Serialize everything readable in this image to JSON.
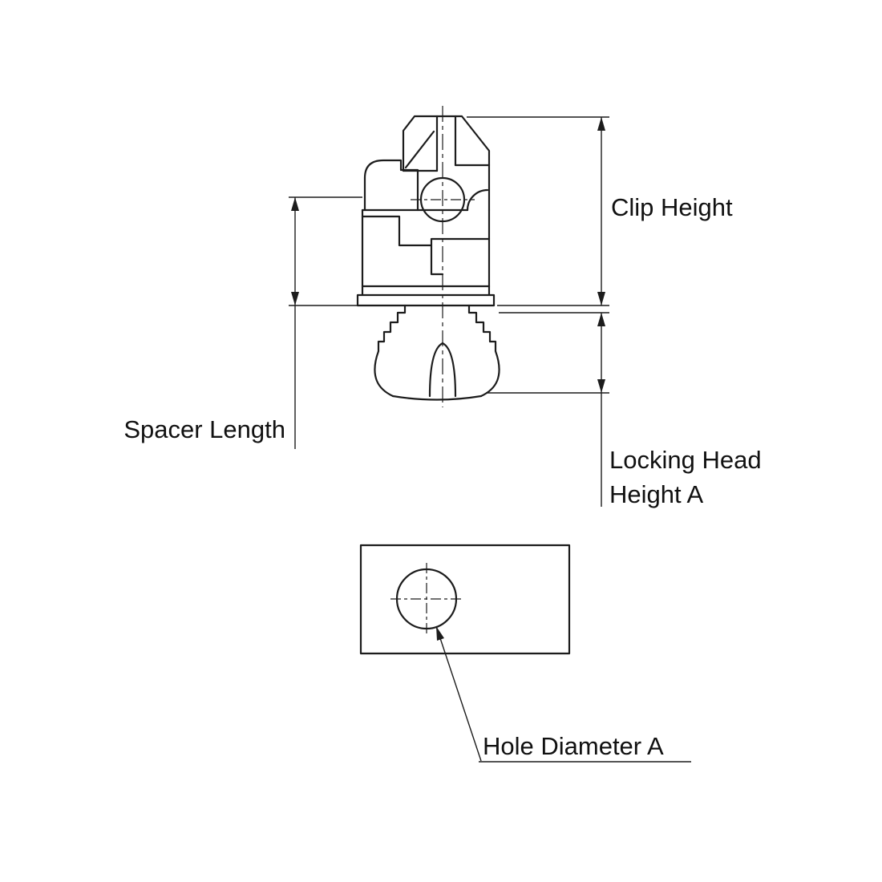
{
  "page": {
    "background": "#ffffff"
  },
  "drawing": {
    "name": "Spacer clip with locking head - dimension drawing",
    "line_color": "#1c1c1c",
    "views": {
      "side_view": "spacer-clip-side-view",
      "bottom_view": "mounting-plate-bottom-view"
    },
    "labels": {
      "clip_height": "Clip Height",
      "spacer_length": "Spacer Length",
      "locking_head_height_line1": "Locking Head",
      "locking_head_height_line2": "Height A",
      "hole_diameter": "Hole Diameter A"
    }
  }
}
